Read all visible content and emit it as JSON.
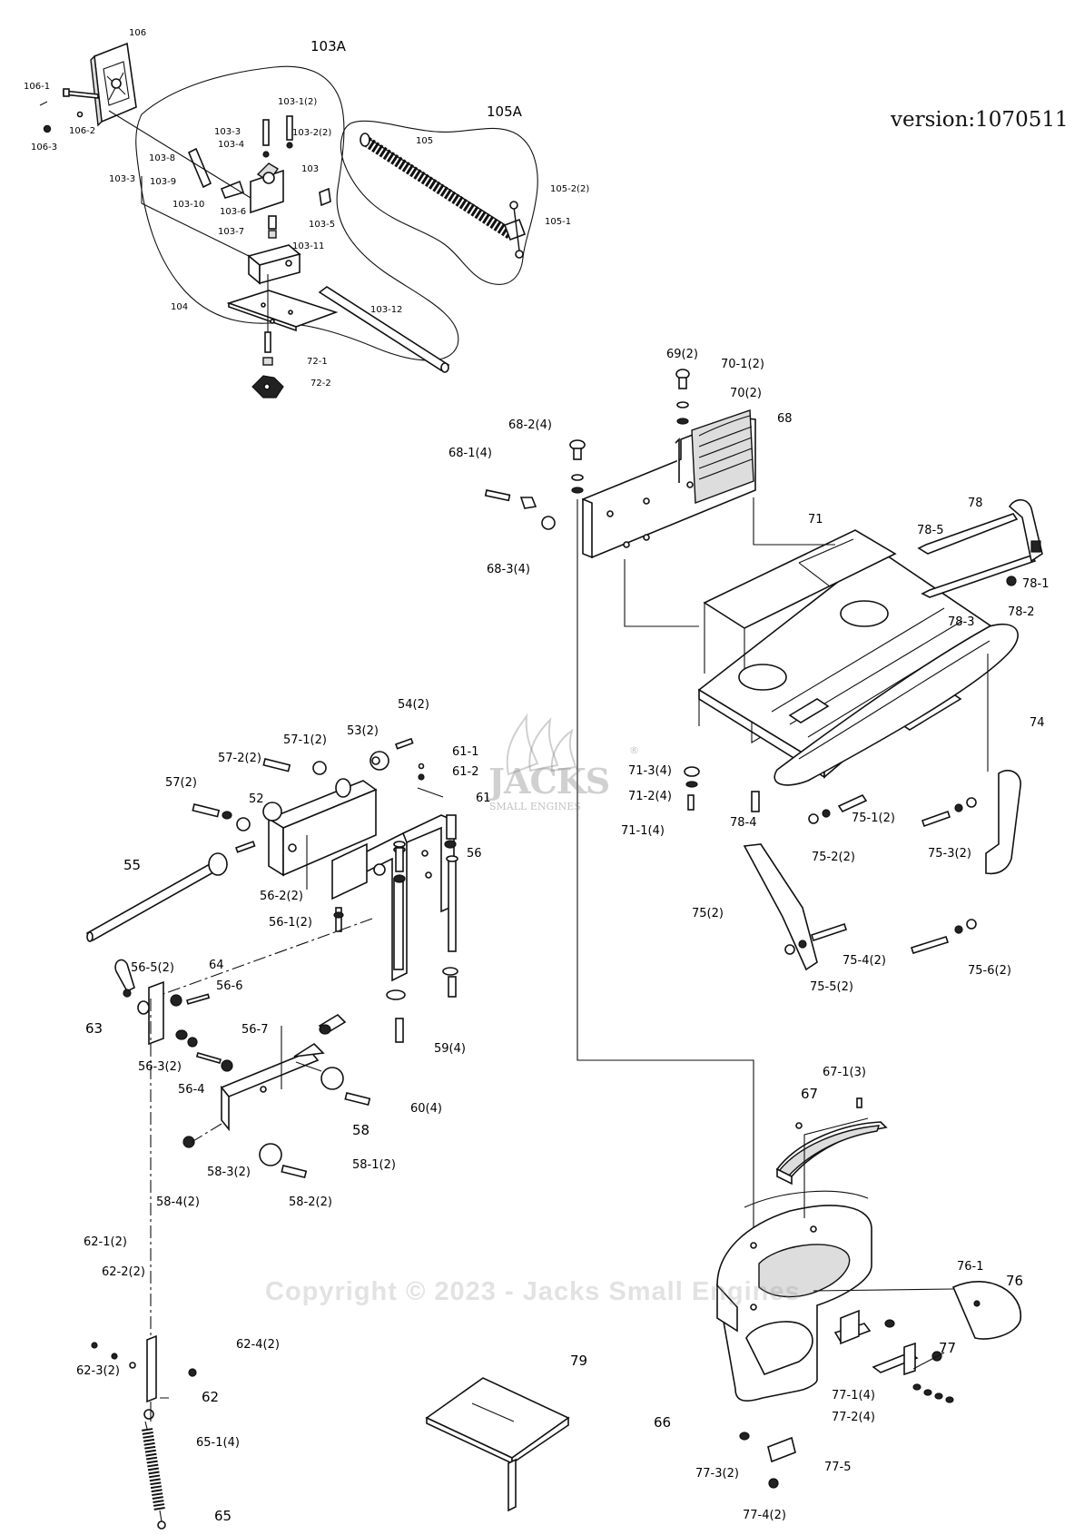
{
  "version": "version:1070511",
  "watermark": "Copyright © 2023 - Jacks Small Engines",
  "logo": {
    "name": "JACKS",
    "sub": "SMALL ENGINES",
    "registered": "®"
  },
  "labels": {
    "p106": "106",
    "p106_1": "106-1",
    "p106_2": "106-2",
    "p106_3": "106-3",
    "p103A": "103A",
    "p103_1": "103-1(2)",
    "p103_2": "103-2(2)",
    "p103_3a": "103-3",
    "p103_4": "103-4",
    "p103_8": "103-8",
    "p103_9": "103-9",
    "p103": "103",
    "p103_3b": "103-3",
    "p103_10": "103-10",
    "p103_6": "103-6",
    "p103_5": "103-5",
    "p103_7": "103-7",
    "p103_11": "103-11",
    "p104": "104",
    "p103_12": "103-12",
    "p72_1": "72-1",
    "p72_2": "72-2",
    "p105A": "105A",
    "p105": "105",
    "p105_2": "105-2(2)",
    "p105_1": "105-1",
    "p69": "69(2)",
    "p70_1": "70-1(2)",
    "p70": "70(2)",
    "p68": "68",
    "p68_2": "68-2(4)",
    "p68_1": "68-1(4)",
    "p68_3": "68-3(4)",
    "p71": "71",
    "p78": "78",
    "p78_5": "78-5",
    "p78_1": "78-1",
    "p78_2": "78-2",
    "p78_3": "78-3",
    "p74": "74",
    "p71_3": "71-3(4)",
    "p71_2": "71-2(4)",
    "p71_1": "71-1(4)",
    "p78_4": "78-4",
    "p75_1": "75-1(2)",
    "p75_2": "75-2(2)",
    "p75_3": "75-3(2)",
    "p75": "75(2)",
    "p75_4": "75-4(2)",
    "p75_5": "75-5(2)",
    "p75_6": "75-6(2)",
    "p54": "54(2)",
    "p53": "53(2)",
    "p57_1": "57-1(2)",
    "p57_2": "57-2(2)",
    "p57": "57(2)",
    "p52": "52",
    "p61_1": "61-1",
    "p61_2": "61-2",
    "p61": "61",
    "p56": "56",
    "p55": "55",
    "p56_2": "56-2(2)",
    "p56_1": "56-1(2)",
    "p56_5": "56-5(2)",
    "p64": "64",
    "p56_6": "56-6",
    "p63": "63",
    "p56_7": "56-7",
    "p56_3": "56-3(2)",
    "p56_4": "56-4",
    "p59": "59(4)",
    "p60": "60(4)",
    "p58": "58",
    "p58_3": "58-3(2)",
    "p58_1": "58-1(2)",
    "p58_4": "58-4(2)",
    "p58_2": "58-2(2)",
    "p62_1": "62-1(2)",
    "p62_2": "62-2(2)",
    "p62_3": "62-3(2)",
    "p62_4": "62-4(2)",
    "p62": "62",
    "p65_1": "65-1(4)",
    "p65": "65",
    "p79": "79",
    "p67_1": "67-1(3)",
    "p67": "67",
    "p76_1": "76-1",
    "p76": "76",
    "p77": "77",
    "p77_1": "77-1(4)",
    "p77_2": "77-2(4)",
    "p66": "66",
    "p77_3": "77-3(2)",
    "p77_5": "77-5",
    "p77_4": "77-4(2)"
  }
}
